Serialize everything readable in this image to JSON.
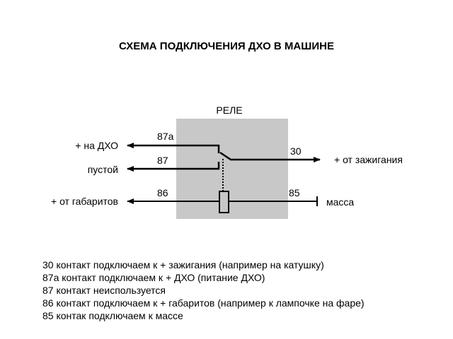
{
  "title": "СХЕМА ПОДКЛЮЧЕНИЯ ДХО В МАШИНЕ",
  "relay_label": "РЕЛЕ",
  "pins": {
    "p87a": "87а",
    "p87": "87",
    "p86": "86",
    "p30": "30",
    "p85": "85"
  },
  "wires": {
    "drl": "+ на ДХО",
    "empty": "пустой",
    "parking": "+ от габаритов",
    "ignition": "+ от зажигания",
    "ground": "масса"
  },
  "notes": [
    "30 контакт подключаем к + зажигания (например на катушку)",
    "87а контакт подключаем к + ДХО (питание ДХО)",
    "87 контакт неиспользуется",
    "86 контакт подключаем к + габаритов (например к лампочке на фаре)",
    "85 контак подключаем к массе"
  ],
  "colors": {
    "relay_box": "#c8c8c8",
    "line": "#000000"
  }
}
